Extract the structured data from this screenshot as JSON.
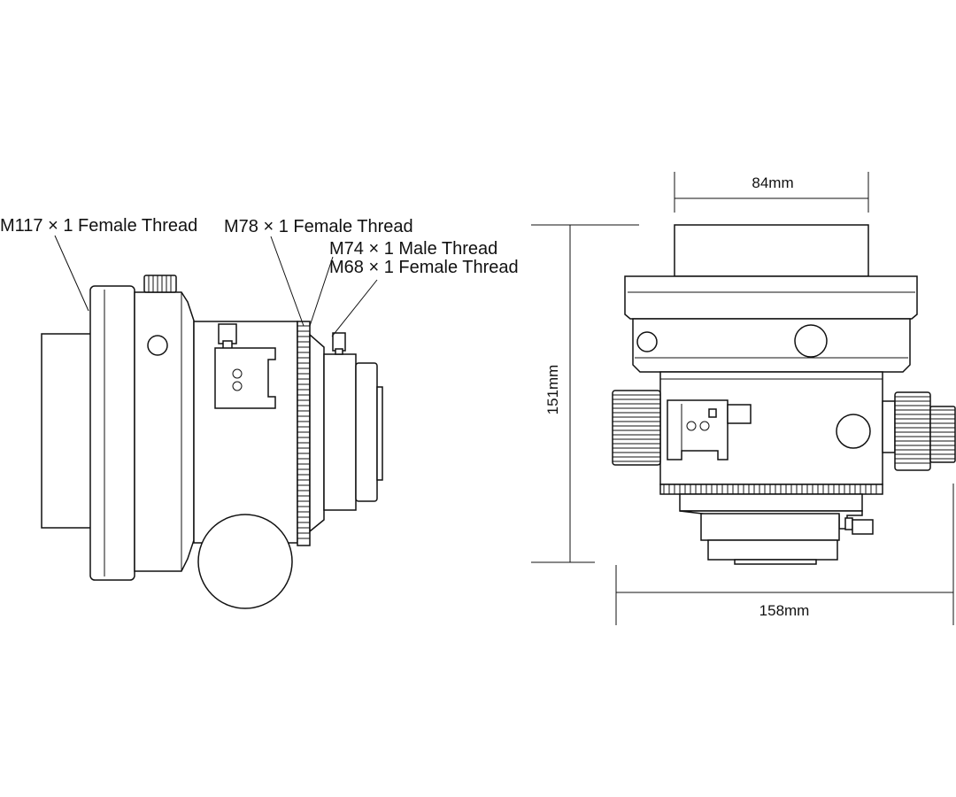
{
  "labels": {
    "thread_m117": "M117 × 1 Female Thread",
    "thread_m78": "M78 × 1 Female Thread",
    "thread_m74": "M74 × 1 Male Thread",
    "thread_m68": "M68 × 1 Female Thread"
  },
  "dimensions": {
    "top_width": "84mm",
    "height": "151mm",
    "width": "158mm"
  },
  "colors": {
    "line": "#111111",
    "background": "#ffffff"
  }
}
